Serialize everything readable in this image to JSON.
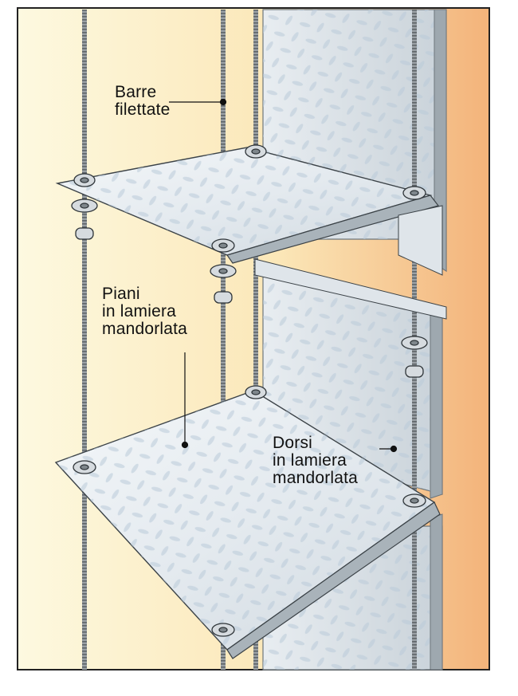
{
  "labels": {
    "threaded_rods": {
      "line1": "Barre",
      "line2": "filettate"
    },
    "shelves": {
      "line1": "Piani",
      "line2": "in lamiera",
      "line3": "mandorlata"
    },
    "backs": {
      "line1": "Dorsi",
      "line2": "in lamiera",
      "line3": "mandorlata"
    }
  },
  "colors": {
    "background_light": "#fdf8dc",
    "background_warm": "#f3b57a",
    "frame_border": "#222222",
    "sheet_metal": "#e9eef2",
    "sheet_metal_edge": "#b8c2ca",
    "rod": "#8a8f94",
    "text": "#111111"
  }
}
